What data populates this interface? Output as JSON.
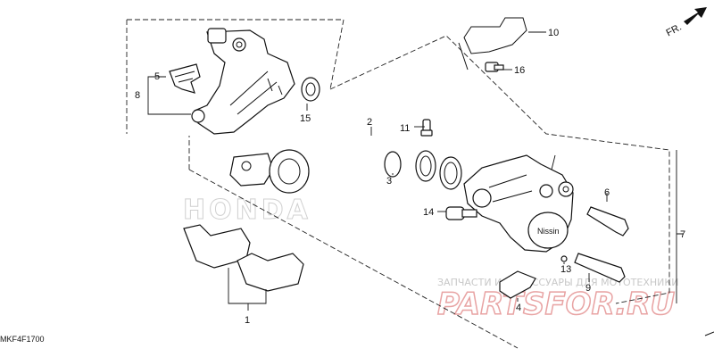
{
  "direction_label": "FR.",
  "diagram_code": "MKF4F1700",
  "watermark": {
    "caption": "ЗАПЧАСТИ И АКСЕССУАРЫ ДЛЯ МОТОТЕХНИКИ",
    "logo": "PARTSFOR.RU",
    "brand": "HONDA"
  },
  "callouts": [
    {
      "id": "1",
      "label": "1"
    },
    {
      "id": "2",
      "label": "2"
    },
    {
      "id": "3",
      "label": "3"
    },
    {
      "id": "4",
      "label": "4"
    },
    {
      "id": "5",
      "label": "5"
    },
    {
      "id": "6",
      "label": "6"
    },
    {
      "id": "7",
      "label": "7"
    },
    {
      "id": "8",
      "label": "8"
    },
    {
      "id": "9",
      "label": "9"
    },
    {
      "id": "10",
      "label": "10"
    },
    {
      "id": "11",
      "label": "11"
    },
    {
      "id": "13",
      "label": "13"
    },
    {
      "id": "14",
      "label": "14"
    },
    {
      "id": "15",
      "label": "15"
    },
    {
      "id": "16",
      "label": "16"
    }
  ],
  "caliper_brand": "Nissin"
}
